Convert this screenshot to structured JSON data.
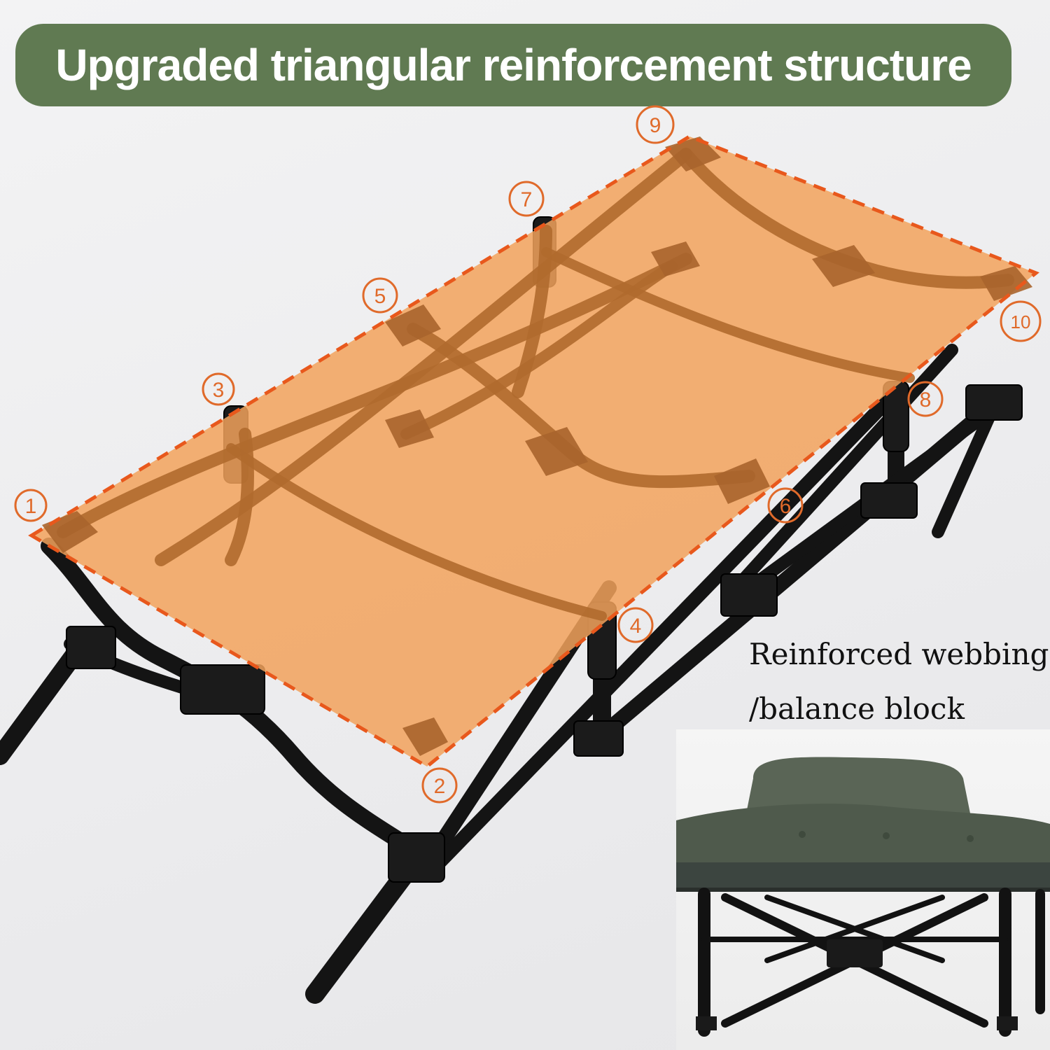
{
  "banner": {
    "title": "Upgraded triangular reinforcement structure",
    "background_color": "#607a52",
    "text_color": "#ffffff"
  },
  "markers": [
    "1",
    "2",
    "3",
    "4",
    "5",
    "6",
    "7",
    "8",
    "9",
    "10"
  ],
  "callout": {
    "line1": "Reinforced webbing",
    "line2": "/balance block"
  },
  "colors": {
    "bed_overlay": "#f2a25c",
    "outline": "#e8581c",
    "frame": "#141414",
    "marker": "#e06a2a",
    "cushion": "#4f5a4c"
  },
  "icons": {
    "product": "folding-cot-frame-icon",
    "inset": "cot-with-cushion-icon"
  }
}
